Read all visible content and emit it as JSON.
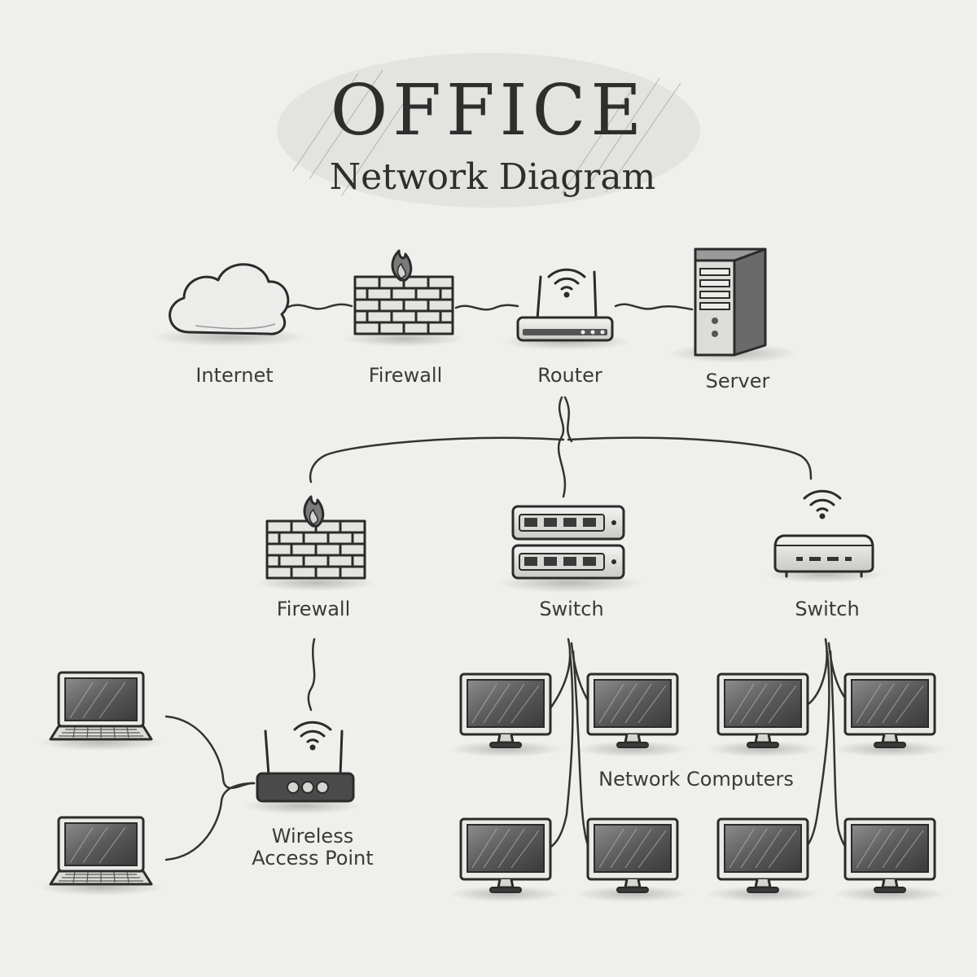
{
  "title": {
    "main": "OFFICE",
    "sub": "Network Diagram"
  },
  "nodes": {
    "internet": "Internet",
    "firewall_top": "Firewall",
    "router": "Router",
    "server": "Server",
    "firewall_mid": "Firewall",
    "switch_center": "Switch",
    "switch_right": "Switch",
    "wap_line1": "Wireless",
    "wap_line2": "Access Point"
  },
  "group_labels": {
    "computers": "Network Computers"
  }
}
